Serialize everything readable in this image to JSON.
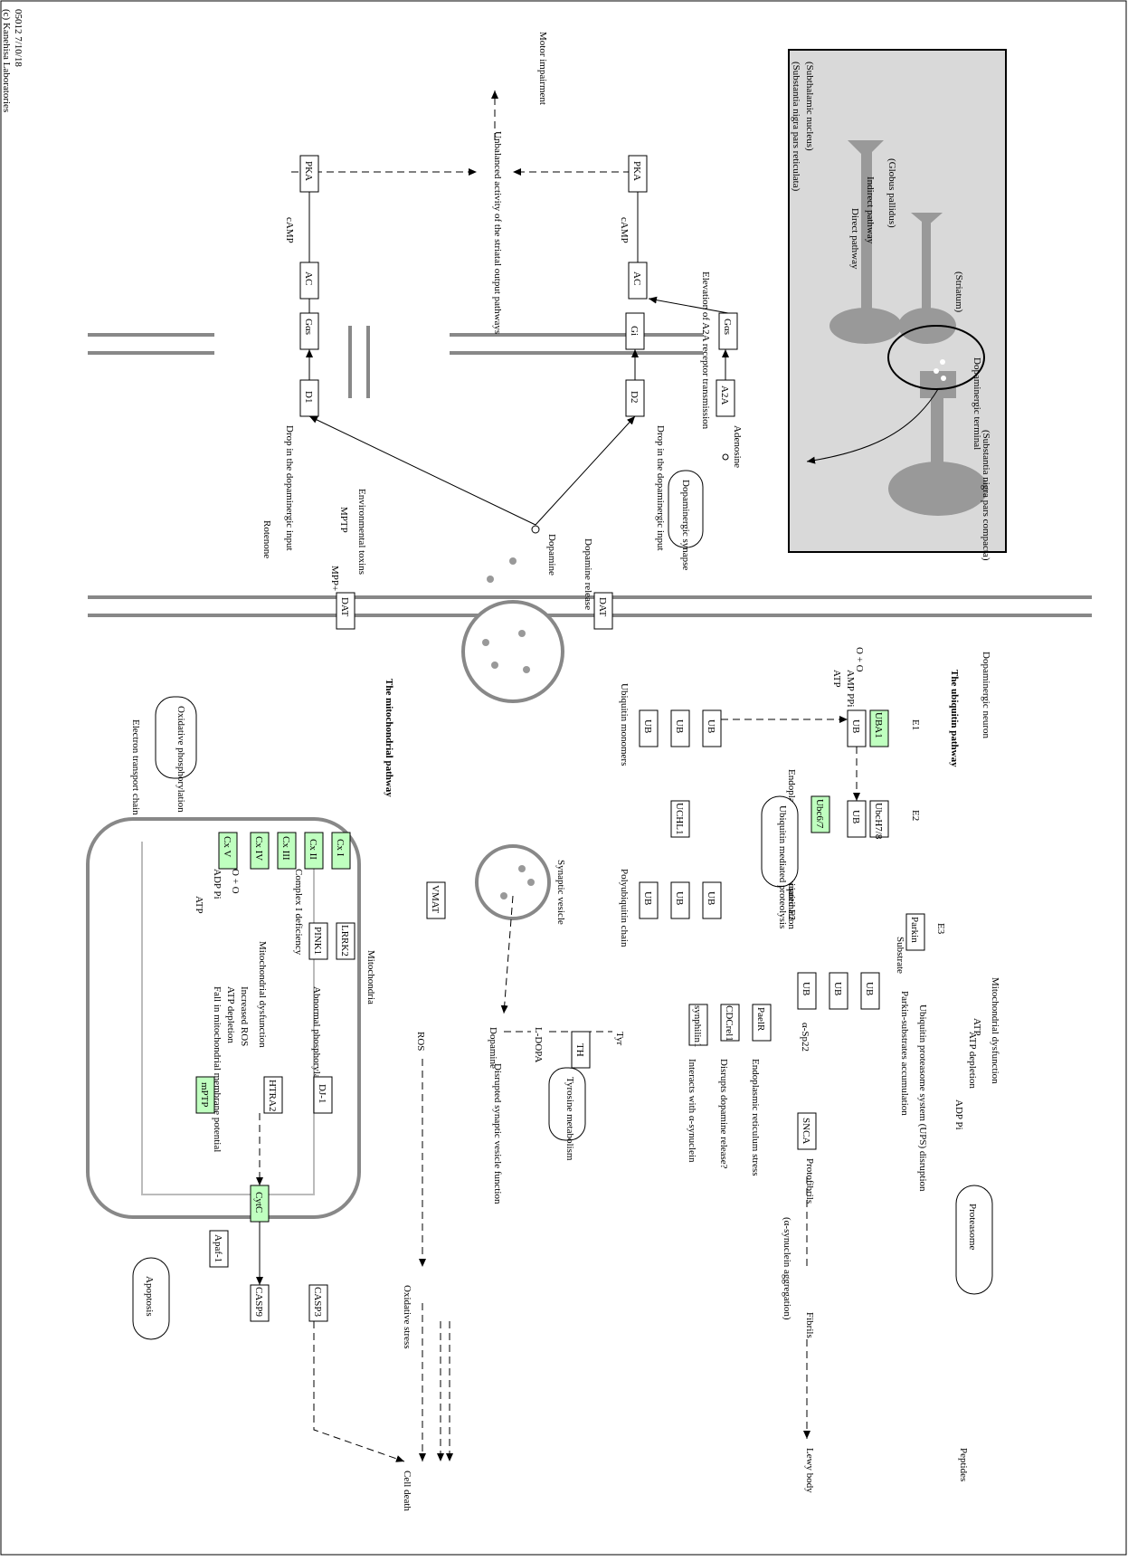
{
  "map_id": "05012 7/10/18",
  "copyright": "(c) Kanehisa Laboratories",
  "colors": {
    "green_gene": "#bfffbf",
    "red_gene_text": "#ff0000",
    "inset_bg": "#d9d9d9",
    "membrane": "#888888"
  },
  "inset": {
    "subthalamic": "(Subthalamic nucleus)",
    "substantia_reticulata": "(Substantia nigra pars reticulata)",
    "globus": "(Globus pallidus)",
    "indirect": "Indirect pathway",
    "direct": "Direct pathway",
    "striatum": "(Striatum)",
    "dopaminergic_terminal": "Dopaminergic terminal",
    "substantia_compacta": "(Substantia nigra pars compacta)"
  },
  "top": {
    "motor": "Motor impairment",
    "unbalanced": "Unbalanced activity of the striatal output pathways",
    "elevation": "Elevation of A2A receptor transmission",
    "adenosine": "Adenosine",
    "drop1": "Drop in the dopaminergic input",
    "drop2": "Drop in the dopaminergic input",
    "dopaminergic_synapse": "Dopaminergic synapse",
    "dopamine_release": "Dopamine release",
    "dopamine": "Dopamine",
    "camp1": "cAMP",
    "camp2": "cAMP"
  },
  "genes": {
    "pka1": "PKA",
    "pka2": "PKA",
    "ac1": "AC",
    "ac2": "AC",
    "gas1": "Gαs",
    "gas2": "Gαs",
    "gi": "Gi",
    "d1": "D1",
    "d2": "D2",
    "a2a": "A2A",
    "dat1": "DAT",
    "dat2": "DAT",
    "vmat": "VMAT",
    "uba1": "UBA1",
    "ube2": "UbcH7/8",
    "ubc6": "Ubc6/7",
    "parkin": "Parkin",
    "uchl1": "UCHL1",
    "ub": "UB",
    "snca": "SNCA",
    "pael": "PaelR",
    "cdcrel": "CDCrel1",
    "synphilin": "synphilin1",
    "th": "TH",
    "cx1": "Cx I",
    "cx2": "Cx II",
    "cx3": "Cx III",
    "cx4": "Cx IV",
    "cx5": "Cx V",
    "pink1": "PINK1",
    "lrrk2": "LRRK2",
    "dj1": "DJ-1",
    "htra2": "HTRA2",
    "mptp_pore": "mPTP",
    "cytc": "CytC",
    "apaf1": "Apaf-1",
    "casp9": "CASP9",
    "casp3": "CASP3"
  },
  "labels": {
    "dopaminergic_neuron": "Dopaminergic neuron",
    "ubiquitin_pathway": "The ubiquitin pathway",
    "e1": "E1",
    "e2": "E2",
    "e3": "E3",
    "amp_ppi": "AMP PPi",
    "atp_a": "ATP",
    "o_plus_o": "O + O",
    "ub_monomers": "Ubiquitin monomers",
    "er_e2": "Endoplasmic-reticulum-associated E2",
    "polyub": "Polyubiquitination",
    "polyub_chain": "Polyubiquitin chain",
    "ub_proteolysis": "Ubiquitin mediated proteolysis",
    "substrate": "Substrate",
    "parkin_accum": "Parkin-substrates accumulation",
    "mito_dys": "Mitochondrial dysfunction",
    "atp_depletion": "ATP depletion",
    "atp_b": "ATP",
    "adp_pi_b": "ADP Pi",
    "ups": "Ubiquitin proteasome system (UPS) disruption",
    "proteasome": "Proteasome",
    "a_sp22": "α-Sp22",
    "er_stress": "Endoplasmic reticulum stress",
    "disrupts_da": "Disrupts dopamine release?",
    "interacts_syn": "Interacts with α-synuclein",
    "protofibrils": "Protofibrils",
    "syn_agg": "(α-synuclein aggregation)",
    "fibrils": "Fibrils",
    "lewy": "Lewy body",
    "peptides": "Peptides",
    "tyr": "Tyr",
    "l_dopa": "L-DOPA",
    "dopamine2": "Dopamine",
    "tyrosine_met": "Tyrosine metabolism",
    "disrupted": "Disrupted synaptic vesicle function",
    "synaptic_vesicle": "Synaptic vesicle",
    "mito_pathway": "The mitochondrial pathway",
    "env_toxins": "Environmental toxins",
    "mptp": "MPTP",
    "mpp": "MPP+",
    "rotenone": "Rotenone",
    "etc": "Electron transport chain",
    "ox_phos": "Oxidative phosphorylation",
    "complex1": "Complex I deficiency",
    "adp_pi_m": "ADP Pi",
    "atp_m": "ATP",
    "o_plus_o_m": "O + O",
    "mitochondria": "Mitochondria",
    "abnormal_ox": "Abnormal phosphorylation",
    "mito_dys2": "Mitochondrial dysfunction",
    "inc_ros": "Increased ROS",
    "atp_dep2": "ATP depletion",
    "fall_mmp": "Fall in mitochondrial membrane potential",
    "ros": "ROS",
    "ox_stress": "Oxidative stress",
    "cell_death": "Cell death",
    "apoptosis": "Apoptosis"
  }
}
